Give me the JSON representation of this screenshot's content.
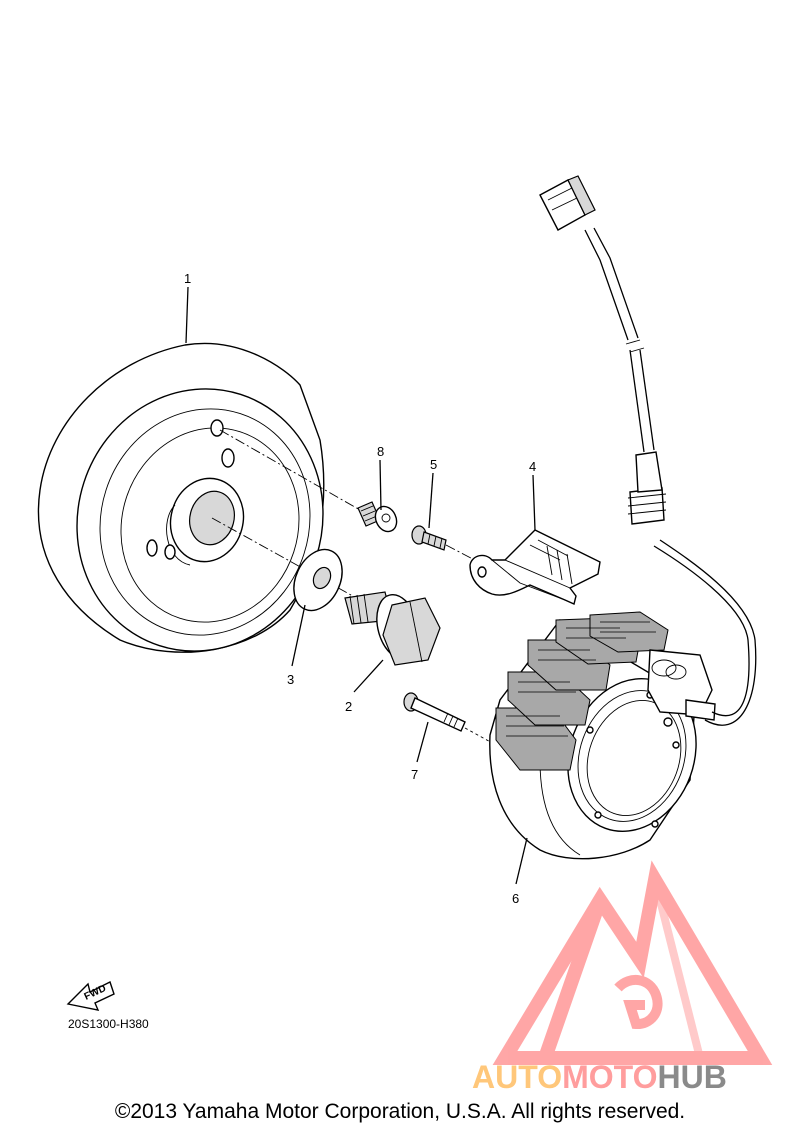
{
  "callouts": {
    "p1": "1",
    "p2": "2",
    "p3": "3",
    "p4": "4",
    "p5": "5",
    "p6": "6",
    "p7": "7",
    "p8": "8"
  },
  "direction_badge": "FWD",
  "diagram_code": "20S1300-H380",
  "copyright": "©2013 Yamaha Motor Corporation, U.S.A. All rights reserved.",
  "watermark": {
    "part1": "AUTO",
    "part2": "MOTO",
    "part3": "HUB",
    "colors": {
      "triangle": "#ff9d9d",
      "auto": "#ffc77a",
      "moto": "#ff9d9d",
      "hub": "#8a8a8a"
    }
  }
}
